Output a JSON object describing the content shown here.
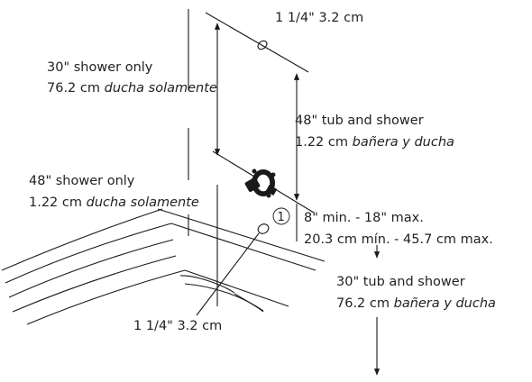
{
  "labels": {
    "top_hole": "1 1/4\"  3.2 cm",
    "bottom_hole": "1 1/4\"  3.2 cm",
    "shower_only_30": {
      "line1": "30\" shower only",
      "line2_plain": "76.2 cm ",
      "line2_italic": "ducha solamente"
    },
    "tub_shower_48": {
      "line1": "48\" tub and shower",
      "line2_plain": "1.22 cm ",
      "line2_italic": "bañera y ducha"
    },
    "shower_only_48": {
      "line1": "48\" shower only",
      "line2_plain": "1.22 cm ",
      "line2_italic": "ducha solamente"
    },
    "range": {
      "line1": "8\" min. - 18\" max.",
      "line2": "20.3 cm mín. - 45.7 cm max."
    },
    "tub_shower_30": {
      "line1": "30\" tub and shower",
      "line2_plain": "76.2 cm ",
      "line2_italic": "bañera y ducha"
    },
    "callout": "1"
  }
}
